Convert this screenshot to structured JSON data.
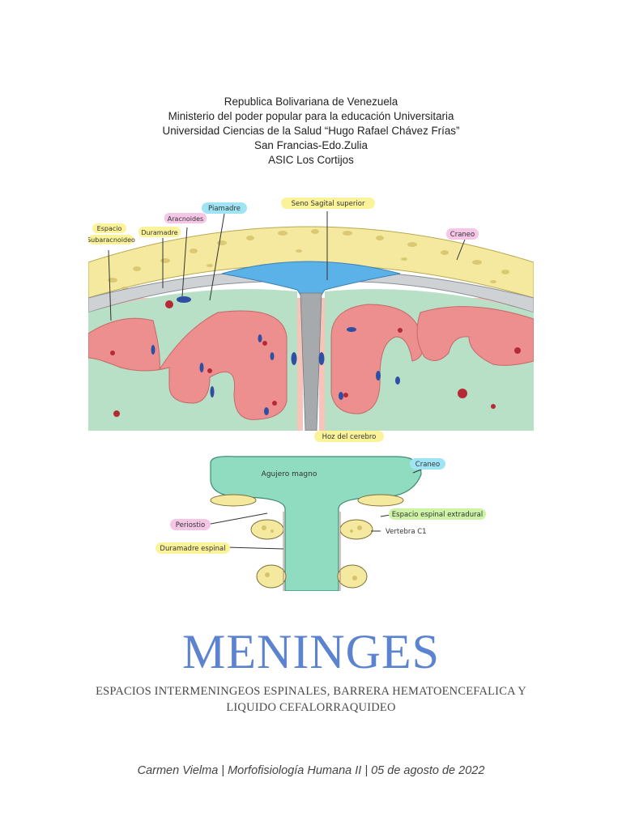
{
  "header": {
    "line1": "Republica Bolivariana de Venezuela",
    "line2": "Ministerio del poder popular para la educación Universitaria",
    "line3": "Universidad Ciencias de la Salud “Hugo Rafael Chávez Frías”",
    "line4": "San Francias-Edo.Zulia",
    "line5": "ASIC Los Cortijos"
  },
  "brain_labels": {
    "espacio": "Espacio",
    "subaracnoideo": "Subaracnoideo",
    "duramadre": "Duramadre",
    "aracnoides": "Aracnoides",
    "piamadre": "Piamadre",
    "seno": "Seno Sagital superior",
    "craneo": "Craneo",
    "hoz": "Hoz del cerebro"
  },
  "spine_labels": {
    "agujero": "Agujero magno",
    "craneo": "Craneo",
    "periostio": "Periostio",
    "espacio_extradural": "Espacio espinal extradural",
    "vertebra": "Vertebra C1",
    "duramadre_espinal": "Duramadre espinal"
  },
  "label_colors": {
    "yellow": "#fbf39a",
    "blue": "#9fe4f5",
    "pink": "#f5c6e6",
    "green": "#cdf3a6"
  },
  "title": "MENINGES",
  "subtitle_line1": "ESPACIOS INTERMENINGEOS ESPINALES, BARRERA HEMATOENCEFALICA Y",
  "subtitle_line2": "LIQUIDO CEFALORRAQUIDEO",
  "footer": "Carmen Vielma | Morfofisiología Humana II | 05 de agosto de 2022"
}
